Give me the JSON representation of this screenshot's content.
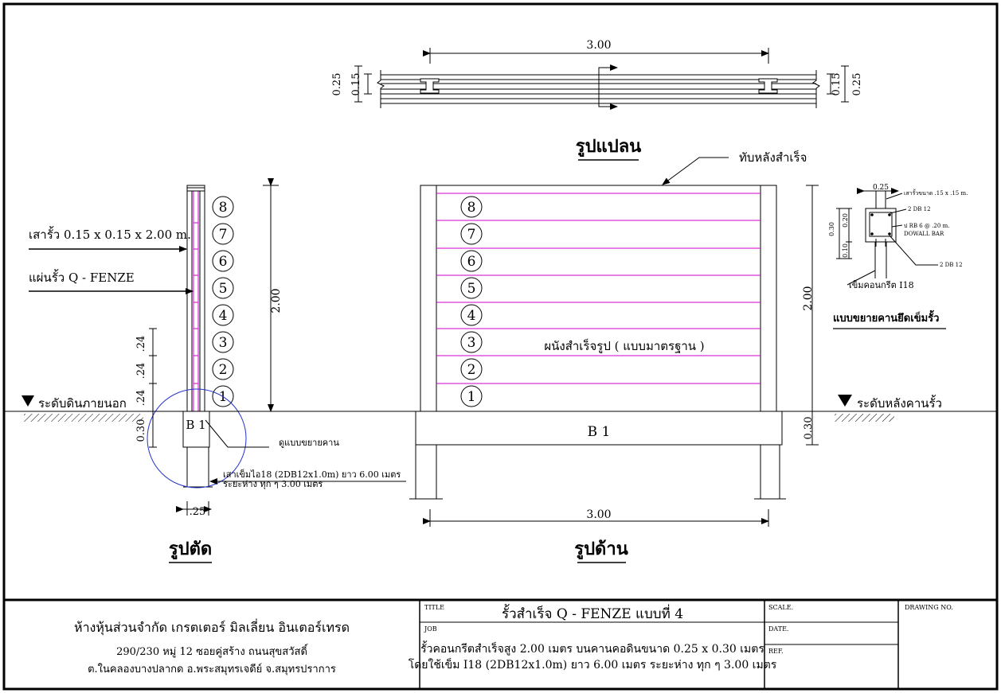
{
  "plan": {
    "title": "รูปแปลน",
    "dim_length": "3.00",
    "dim_total_w": "0.25",
    "dim_panel_w": "0.15"
  },
  "section": {
    "title": "รูปตัด",
    "post_label": "เสารั้ว 0.15 x 0.15 x 2.00 m.",
    "panel_label": "แผ่นรั้ว Q - FENZE",
    "ground_label": "ระดับดินภายนอก",
    "height": "2.00",
    "panel_dims": [
      ".24",
      ".24",
      ".24"
    ],
    "beam_depth": "0.30",
    "beam_name": "B 1",
    "detail_ref": "ดูแบบขยายคาน",
    "pile_note_1": "เสาเข็มไอ18 (2DB12x1.0m) ยาว 6.00 เมตร",
    "pile_note_2": "ระยะห่าง ทุก ๆ 3.00 เมตร",
    "pile_width": ".25",
    "panel_numbers": [
      "8",
      "7",
      "6",
      "5",
      "4",
      "3",
      "2",
      "1"
    ]
  },
  "elevation": {
    "title": "รูปด้าน",
    "cap_label": "ทับหลังสำเร็จ",
    "panel_text": "ผนังสำเร็จรูป ( แบบมาตรฐาน )",
    "beam_name": "B 1",
    "span": "3.00",
    "height": "2.00",
    "beam_depth": "0.30",
    "ground_label": "ระดับหลังคานรั้ว",
    "panel_numbers": [
      "8",
      "7",
      "6",
      "5",
      "4",
      "3",
      "2",
      "1"
    ]
  },
  "detail": {
    "title": "แบบขยายคานยึดเข็มรั้ว",
    "width": "0.25",
    "post_size": "เสารั้วขนาด .15 x .15 m.",
    "rebar_top": "2 DB 12",
    "stirrup": "ป RB 6 @ .20 m.",
    "dowel": "DOWALL BAR",
    "rebar_bottom": "2 DB 12",
    "pile": "เข็มคอนกรีต I18",
    "h_total": "0.30",
    "h_top": "0.20",
    "h_bottom": "0.10"
  },
  "title_block": {
    "company": "ห้างหุ้นส่วนจำกัด เกรตเตอร์ มิลเลี่ยน อินเตอร์เทรด",
    "address_1": "290/230 หมู่ 12 ซอยคู่สร้าง ถนนสุขสวัสดิ์",
    "address_2": "ต.ในคลองบางปลากด อ.พระสมุทรเจดีย์ จ.สมุทรปราการ",
    "title_label": "TITLE",
    "title_value": "รั้วสำเร็จ Q - FENZE แบบที่ 4",
    "job_label": "JOB",
    "job_line_1": "รั้วคอนกรีตสำเร็จสูง 2.00 เมตร บนคานคอดินขนาด 0.25 x 0.30 เมตร",
    "job_line_2": "โดยใช้เข็ม I18 (2DB12x1.0m) ยาว 6.00 เมตร ระยะห่าง ทุก ๆ 3.00 เมตร",
    "scale_label": "SCALE.",
    "date_label": "DATE.",
    "ref_label": "REF.",
    "drawing_no_label": "DRAWING NO."
  },
  "colors": {
    "line": "#000000",
    "panel_line": "#cc00cc",
    "detail_circle": "#2233cc"
  }
}
